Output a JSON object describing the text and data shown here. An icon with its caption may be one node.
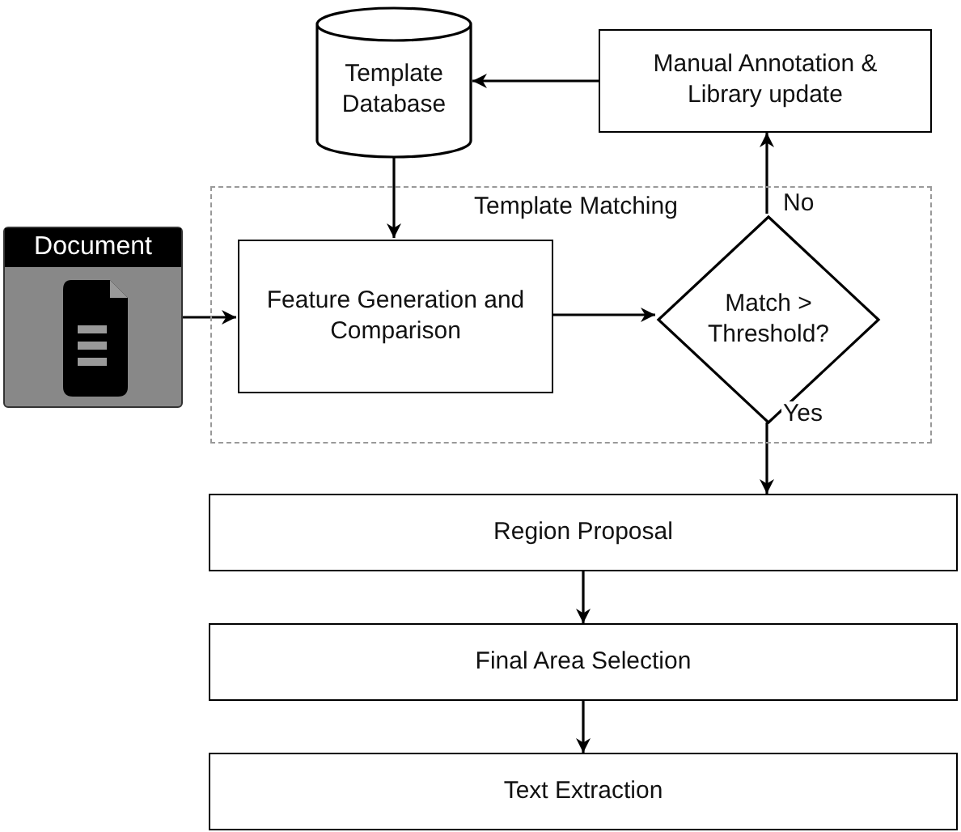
{
  "diagram": {
    "nodes": [
      {
        "text": [
          "Template Database"
        ]
      },
      {
        "text": [
          "Manual Annotation & Library update"
        ]
      },
      {
        "text": [
          "Template Matching"
        ]
      },
      {
        "text": [
          "Document"
        ]
      },
      {
        "text": [
          "Feature Generation and Comparison"
        ],
        "in": 2
      },
      {
        "text": [
          "Match > Threshold?"
        ],
        "in": 2
      },
      {
        "text": [
          "Region Proposal"
        ]
      },
      {
        "text": [
          "Final Area Selection"
        ]
      },
      {
        "text": [
          "Text Extraction"
        ]
      }
    ],
    "edges": [
      {
        "from": 1,
        "to": 0,
        "arrow": "to"
      },
      {
        "from": 0,
        "to": 4,
        "arrow": "to"
      },
      {
        "from": 3,
        "to": 4,
        "arrow": "to"
      },
      {
        "from": 4,
        "to": 5,
        "arrow": "to"
      },
      {
        "from": 5,
        "to": 1,
        "arrow": "to",
        "label": "No"
      },
      {
        "from": 5,
        "to": 6,
        "arrow": "to",
        "label": "Yes"
      },
      {
        "from": 6,
        "to": 7,
        "arrow": "to"
      },
      {
        "from": 7,
        "to": 8,
        "arrow": "to"
      }
    ]
  }
}
